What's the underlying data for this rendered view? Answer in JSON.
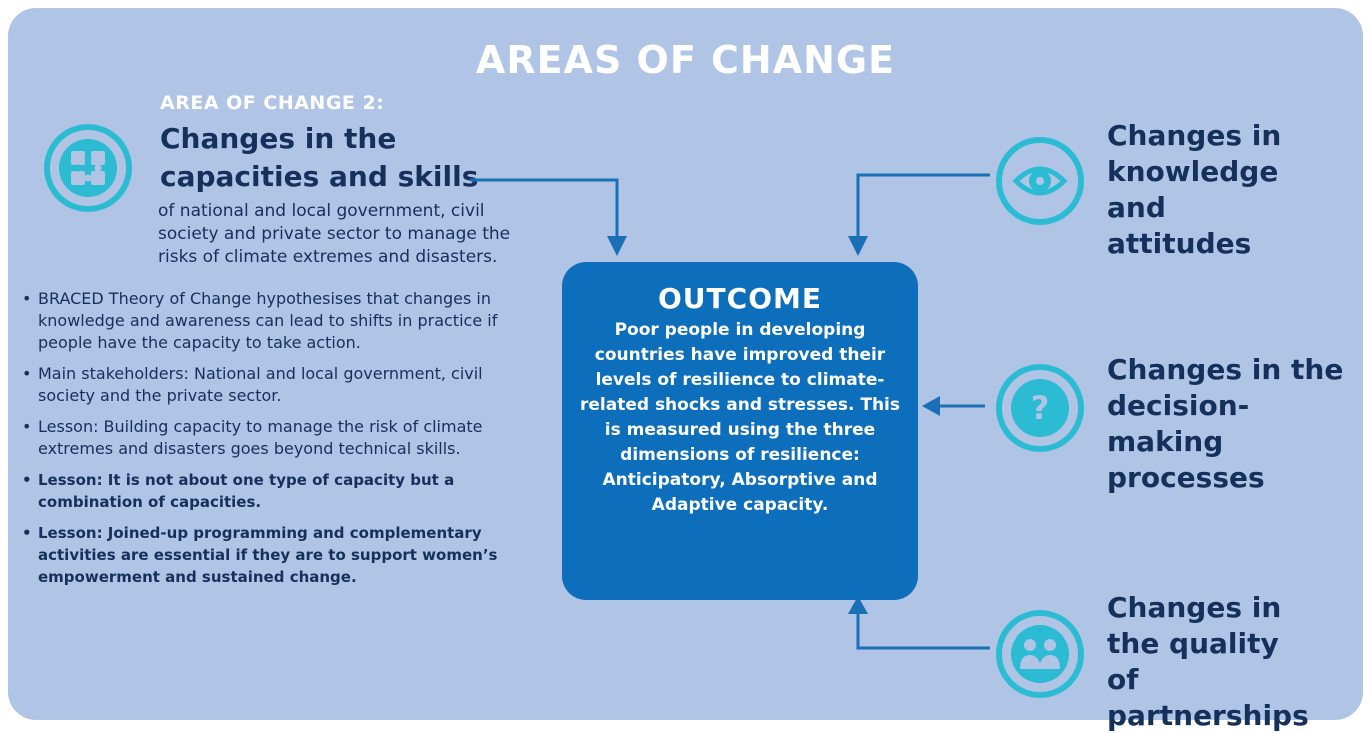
{
  "title": "AREAS OF CHANGE",
  "area": {
    "label": "AREA OF CHANGE 2:",
    "heading_line1": "Changes in the",
    "heading_line2": "capacities and skills",
    "description": "of national and local government, civil society and private sector to manage the risks of climate extremes and disasters."
  },
  "bullets": [
    {
      "text": "BRACED Theory of Change hypothesises that changes in knowledge and awareness can lead to shifts in practice if people have the capacity to take action.",
      "bold": false
    },
    {
      "text": "Main stakeholders: National and local government, civil society and the private sector.",
      "bold": false
    },
    {
      "text": "Lesson: Building capacity to manage the risk of climate extremes and disasters goes beyond technical skills.",
      "bold": false
    },
    {
      "text": "Lesson: It is not about one type of capacity but a combination of capacities.",
      "bold": true
    },
    {
      "text": "Lesson: Joined-up programming and complementary activities are essential if they are to support women’s empowerment and sustained change.",
      "bold": true
    }
  ],
  "outcome": {
    "title": "OUTCOME",
    "text": "Poor people in developing countries have improved their levels of resilience to climate-related shocks and stresses. This is measured using the three dimensions of resilience: Anticipatory, Absorptive and Adaptive capacity."
  },
  "right_items": [
    {
      "label": "Changes in knowledge and attitudes",
      "icon": "eye-icon"
    },
    {
      "label": "Changes in the decision-making processes",
      "icon": "question-icon"
    },
    {
      "label": "Changes in the quality of partnerships",
      "icon": "handshake-icon"
    }
  ],
  "colors": {
    "panel": "#b0c4e6",
    "outcome_box": "#0d6fbc",
    "icon_teal": "#2bbcd4",
    "arrow": "#1a6fb5",
    "dark_text": "#15305a"
  }
}
